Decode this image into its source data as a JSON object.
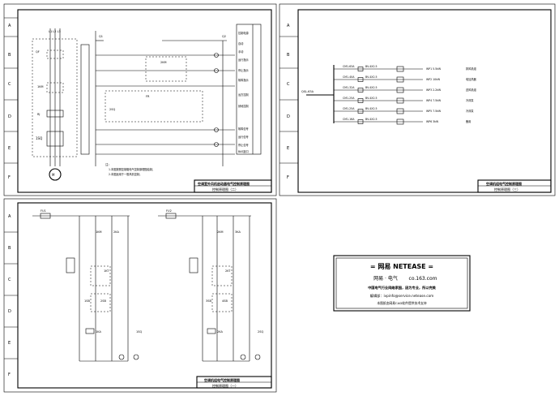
{
  "sheets": {
    "top_left": {
      "title": "空调室外风机启动器电气控制原理图",
      "subtitle": "控制原理图（二）",
      "breakers": [
        "QF",
        "Q1",
        "Q2"
      ],
      "components": [
        "1KM",
        "2KM",
        "RJ",
        "FR",
        "1SQ",
        "2SQ"
      ],
      "notes": [
        "注：",
        "1.本图按照控制箱电气控制原理图绘制，",
        "2.本图适用于一般风机控制。"
      ],
      "ladder_labels": [
        "控制电源",
        "自动",
        "手动",
        "运行指示",
        "停止指示",
        "故障指示",
        "远方控制",
        "就地控制",
        "故障信号",
        "运行信号",
        "停止信号",
        "BAS接口"
      ],
      "row_letters": [
        "A",
        "B",
        "C",
        "D",
        "E",
        "F"
      ]
    },
    "top_right": {
      "title": "空调机组电气控制原理图",
      "subtitle": "控制原理图（三）",
      "main_breaker": "QSL-63A",
      "feeders": [
        {
          "breaker": "CM1-63A",
          "cable": "BV-4X2.5",
          "load": "WP1 5.5kW",
          "desc": "排风机组"
        },
        {
          "breaker": "CM1-40A",
          "cable": "BV-4X2.5",
          "load": "WP2 10kW",
          "desc": "电加热器"
        },
        {
          "breaker": "CM1-32A",
          "cable": "BV-4X2.5",
          "load": "WP3 2.2kW",
          "desc": "送风机组"
        },
        {
          "breaker": "CM1-25A",
          "cable": "BV-4X2.5",
          "load": "WP4 7.5kW",
          "desc": "冷却泵"
        },
        {
          "breaker": "CM1-25A",
          "cable": "BV-4X2.5",
          "load": "WP5 7.5kW",
          "desc": "冷却泵"
        },
        {
          "breaker": "CM1-16A",
          "cable": "BV-4X2.5",
          "load": "WP6 3kW",
          "desc": "备用"
        }
      ],
      "row_letters": [
        "A",
        "B",
        "C",
        "D",
        "E",
        "F"
      ]
    },
    "bottom_left": {
      "title": "空调机组电气控制原理图",
      "subtitle": "控制原理图（一）",
      "fuses": [
        "FU1",
        "FU2"
      ],
      "circuit_1": [
        "1KM",
        "2KA",
        "1SB",
        "2SB",
        "1KT",
        "1KA",
        "1SQ"
      ],
      "circuit_2": [
        "2KM",
        "3KA",
        "3SB",
        "4SB",
        "2KT",
        "2KA",
        "2SQ"
      ],
      "row_letters": [
        "A",
        "B",
        "C",
        "D",
        "E",
        "F"
      ]
    }
  },
  "stamp": {
    "heading": "= 网易 NETEASE =",
    "line2_left": "网易 · 电气",
    "line2_right": "co.163.com",
    "line3": "中国电气行业网络家园，因为专业，所以完美",
    "line4": "编辑部：ivpinfo@service.netease.com",
    "line5": "本图纸由网易CAD软件提供技术支持"
  }
}
